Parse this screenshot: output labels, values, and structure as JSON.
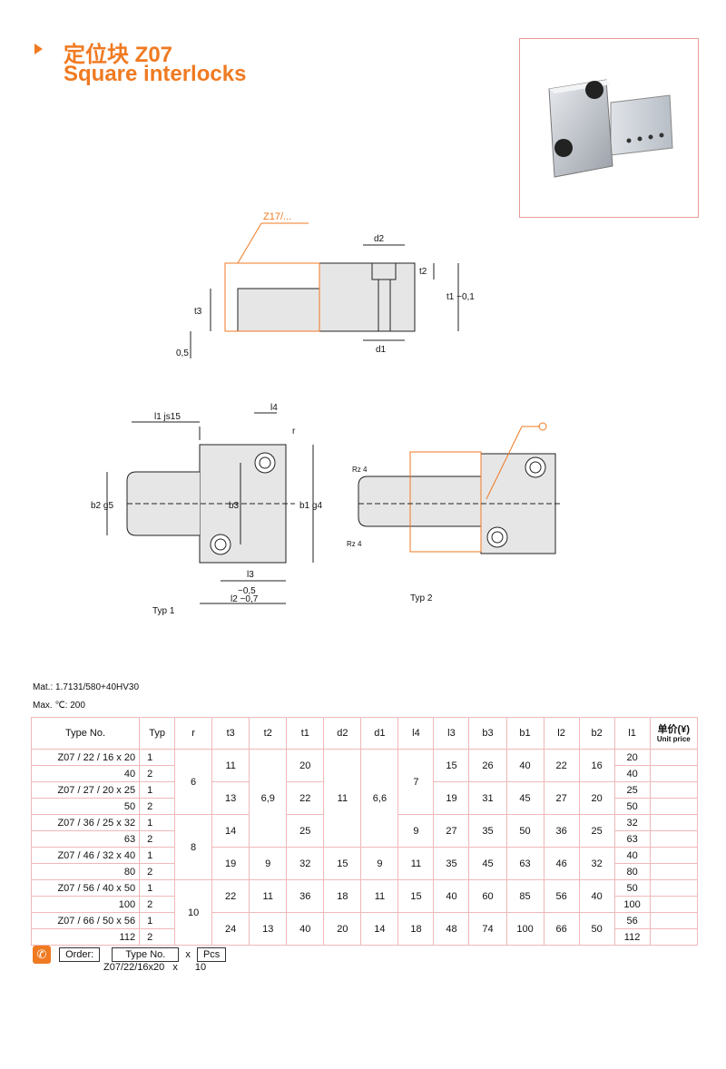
{
  "header": {
    "title_cn": "定位块 Z07",
    "title_en": "Square interlocks"
  },
  "drawing": {
    "z17_label": "Z17/...",
    "top": {
      "d2": "d2",
      "t2": "t2",
      "t1": "t1 −0,1",
      "t3": "t3",
      "d1": "d1",
      "gap": "0,5"
    },
    "typ1": {
      "l1": "l1 js15",
      "l4": "l4",
      "r": "r",
      "b2": "b2 g5",
      "b3": "b3",
      "b1": "b1 g4",
      "l3": "l3",
      "l2a": "−0,5",
      "l2": "l2 −0,7",
      "caption": "Typ 1"
    },
    "typ2": {
      "rz_top": "Rz 4",
      "rz_bottom": "Rz 4",
      "caption": "Typ 2"
    }
  },
  "meta": {
    "material": "Mat.: 1.7131/580+40HV30",
    "max_temp": "Max. ℃: 200"
  },
  "table": {
    "headers": [
      "Type No.",
      "Typ",
      "r",
      "t3",
      "t2",
      "t1",
      "d2",
      "d1",
      "l4",
      "l3",
      "b3",
      "b1",
      "l2",
      "b2",
      "l1"
    ],
    "unit_price_cn": "单价(¥)",
    "unit_price_en": "Unit price",
    "rows": [
      {
        "type": "Z07 / 22 / 16 x  20",
        "typ": "1",
        "l1": "20"
      },
      {
        "type": "40",
        "typ": "2",
        "l1": "40"
      },
      {
        "type": "Z07 / 27 / 20 x  25",
        "typ": "1",
        "l1": "25"
      },
      {
        "type": "50",
        "typ": "2",
        "l1": "50"
      },
      {
        "type": "Z07 / 36 / 25 x  32",
        "typ": "1",
        "l1": "32"
      },
      {
        "type": "63",
        "typ": "2",
        "l1": "63"
      },
      {
        "type": "Z07 / 46 / 32 x  40",
        "typ": "1",
        "l1": "40"
      },
      {
        "type": "80",
        "typ": "2",
        "l1": "80"
      },
      {
        "type": "Z07 / 56 / 40 x  50",
        "typ": "1",
        "l1": "50"
      },
      {
        "type": "100",
        "typ": "2",
        "l1": "100"
      },
      {
        "type": "Z07 / 66 / 50 x  56",
        "typ": "1",
        "l1": "56"
      },
      {
        "type": "112",
        "typ": "2",
        "l1": "112"
      }
    ],
    "merged": {
      "r": [
        "6",
        "8",
        "10"
      ],
      "t3": [
        "11",
        "13",
        "14",
        "19",
        "22",
        "24"
      ],
      "t2": [
        "6,9",
        "9",
        "11",
        "13"
      ],
      "t1": [
        "20",
        "22",
        "25",
        "32",
        "36",
        "40"
      ],
      "d2": [
        "11",
        "15",
        "18",
        "20"
      ],
      "d1": [
        "6,6",
        "9",
        "11",
        "14"
      ],
      "l4": [
        "7",
        "9",
        "11",
        "15",
        "18"
      ],
      "l3": [
        "15",
        "19",
        "27",
        "35",
        "40",
        "48"
      ],
      "b3": [
        "26",
        "31",
        "35",
        "45",
        "60",
        "74"
      ],
      "b1": [
        "40",
        "45",
        "50",
        "63",
        "85",
        "100"
      ],
      "l2": [
        "22",
        "27",
        "36",
        "46",
        "56",
        "66"
      ],
      "b2": [
        "16",
        "20",
        "25",
        "32",
        "40",
        "50"
      ]
    }
  },
  "order": {
    "label": "Order:",
    "type_box": "Type No.",
    "x1": "x",
    "pcs": "Pcs",
    "example_type": "Z07/22/16x20",
    "x2": "x",
    "example_qty": "10"
  },
  "colors": {
    "accent": "#f07a22",
    "table_border": "#f0b8b8"
  }
}
